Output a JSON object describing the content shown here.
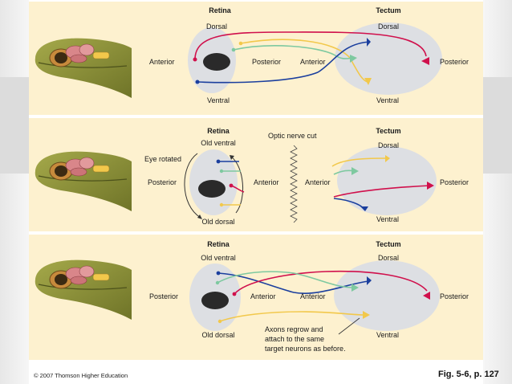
{
  "panel1": {
    "retina_title": "Retina",
    "tectum_title": "Tectum",
    "retina_dorsal": "Dorsal",
    "retina_ventral": "Ventral",
    "retina_anterior": "Anterior",
    "retina_posterior": "Posterior",
    "tectum_dorsal": "Dorsal",
    "tectum_ventral": "Ventral",
    "tectum_anterior": "Anterior",
    "tectum_posterior": "Posterior"
  },
  "panel2": {
    "retina_title": "Retina",
    "tectum_title": "Tectum",
    "old_ventral": "Old ventral",
    "old_dorsal": "Old dorsal",
    "eye_rotated": "Eye rotated",
    "retina_posterior": "Posterior",
    "retina_anterior": "Anterior",
    "nerve_cut": "Optic nerve cut",
    "tectum_dorsal": "Dorsal",
    "tectum_ventral": "Ventral",
    "tectum_anterior": "Anterior",
    "tectum_posterior": "Posterior"
  },
  "panel3": {
    "retina_title": "Retina",
    "tectum_title": "Tectum",
    "old_ventral": "Old ventral",
    "old_dorsal": "Old dorsal",
    "retina_posterior": "Posterior",
    "retina_anterior": "Anterior",
    "tectum_dorsal": "Dorsal",
    "tectum_ventral": "Ventral",
    "tectum_anterior": "Anterior",
    "tectum_posterior": "Posterior",
    "regrow_line1": "Axons regrow and",
    "regrow_line2": "attach to the same",
    "regrow_line3": "target neurons as before."
  },
  "footer": {
    "copyright": "© 2007 Thomson Higher Education",
    "figure_ref": "Fig. 5-6, p. 127"
  },
  "colors": {
    "panel_bg": "#fdf1cf",
    "axon_red": "#d0104c",
    "axon_blue": "#1b3f9e",
    "axon_green": "#7ec9a0",
    "axon_yellow": "#f2c84b",
    "retina_fill": "#dddfe3",
    "frog_skin": "#8a8f3c",
    "brain_pink": "#d9868a"
  }
}
